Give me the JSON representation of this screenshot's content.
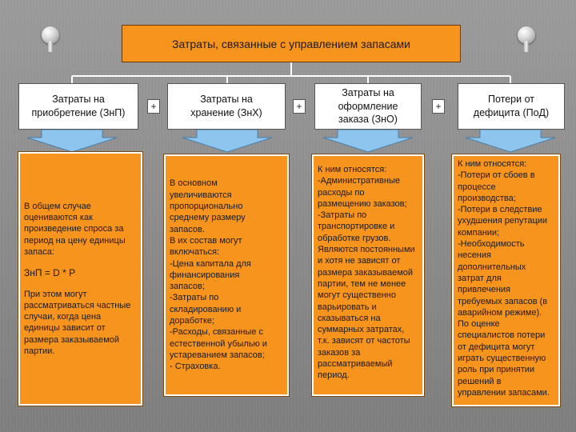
{
  "title": "Затраты, связанные с управлением запасами",
  "categories": [
    {
      "label": "Затраты на приобретение (ЗнП)"
    },
    {
      "label": "Затраты на хранение (ЗнХ)"
    },
    {
      "label": "Затраты на оформление заказа (ЗнО)"
    },
    {
      "label": "Потери от дефицита (ПоД)"
    }
  ],
  "plus_sign": "+",
  "details": [
    {
      "paragraphs": [
        "В общем случае оцениваются как произведение спроса за период на цену единицы запаса:",
        "ЗнП = D * P",
        "При этом могут рассматриваться частные случаи, когда цена единицы зависит от размера заказываемой партии."
      ]
    },
    {
      "lines": [
        "В основном",
        "увеличиваются",
        "пропорционально",
        "среднему размеру",
        "запасов.",
        "В их состав могут",
        "включаться:",
        "-Цена капитала для",
        "финансирования",
        "запасов;",
        "-Затраты по",
        "складированию и",
        "доработке;",
        "-Расходы, связанные с",
        "естественной убылью и",
        "устареванием запасов;",
        "- Страховка."
      ]
    },
    {
      "lines": [
        "К ним относятся:",
        "-Административные",
        "расходы по",
        "размещению заказов;",
        "-Затраты по",
        "транспортировке и",
        "обработке грузов.",
        "Являются постоянными",
        "и хотя не зависят от",
        "размера заказываемой",
        "партии, тем не менее",
        "могут существенно",
        "варьировать и",
        "сказываться на",
        "суммарных затратах,",
        "т.к. зависят от частоты",
        "заказов за",
        "рассматриваемый",
        "период."
      ]
    },
    {
      "lines": [
        "К ним относятся:",
        "-Потери от сбоев в",
        "процессе",
        "производства;",
        "-Потери в следствие",
        "ухудшения репутации",
        "компании;",
        "-Необходимость",
        "несения",
        "дополнительных",
        "затрат для",
        "привлечения",
        "требуемых запасов (в",
        "аварийном режиме).",
        "По оценке",
        "специалистов потери",
        "от дефицита могут",
        "играть существенную",
        "роль при принятии",
        "решений в",
        "управлении запасами."
      ]
    }
  ],
  "colors": {
    "orange": "#f7941d",
    "arrow_blue": "#8ec5ee",
    "background": "#8c8c8c"
  }
}
